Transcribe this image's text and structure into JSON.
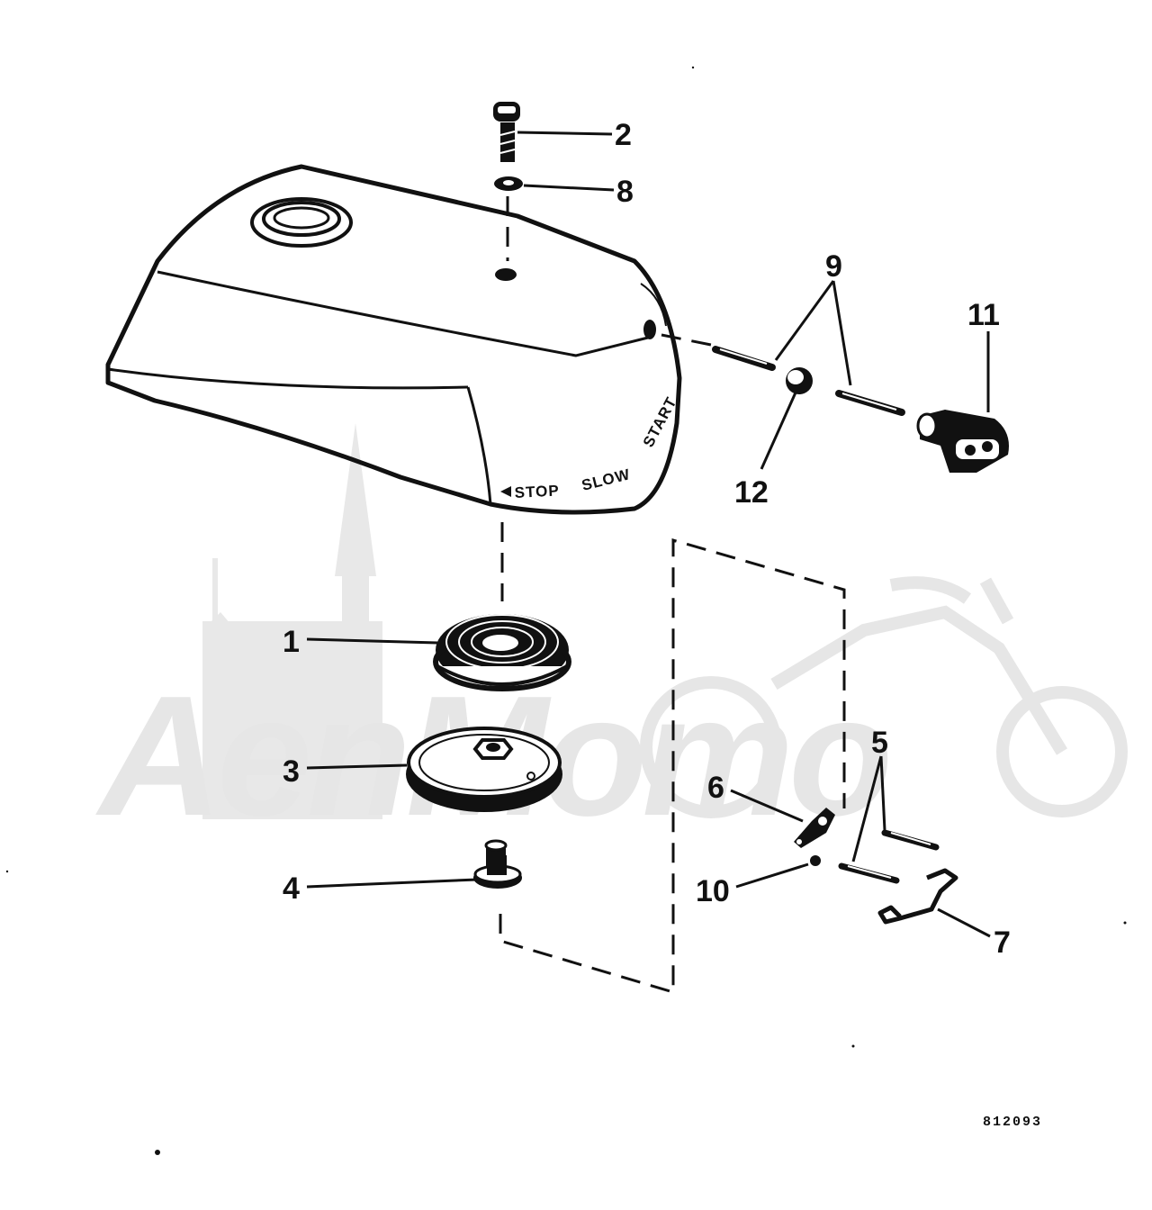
{
  "callouts": {
    "c1": "1",
    "c2": "2",
    "c3": "3",
    "c4": "4",
    "c5": "5",
    "c6": "6",
    "c7": "7",
    "c8": "8",
    "c9": "9",
    "c10": "10",
    "c11": "11",
    "c12": "12"
  },
  "cover_markings": {
    "stop": "STOP",
    "slow": "SLOW",
    "start": "START"
  },
  "reference_number": "812093",
  "watermark": {
    "text": "AenMomo",
    "color": "#e6e6e6"
  },
  "colors": {
    "ink": "#111111",
    "background": "#ffffff"
  }
}
